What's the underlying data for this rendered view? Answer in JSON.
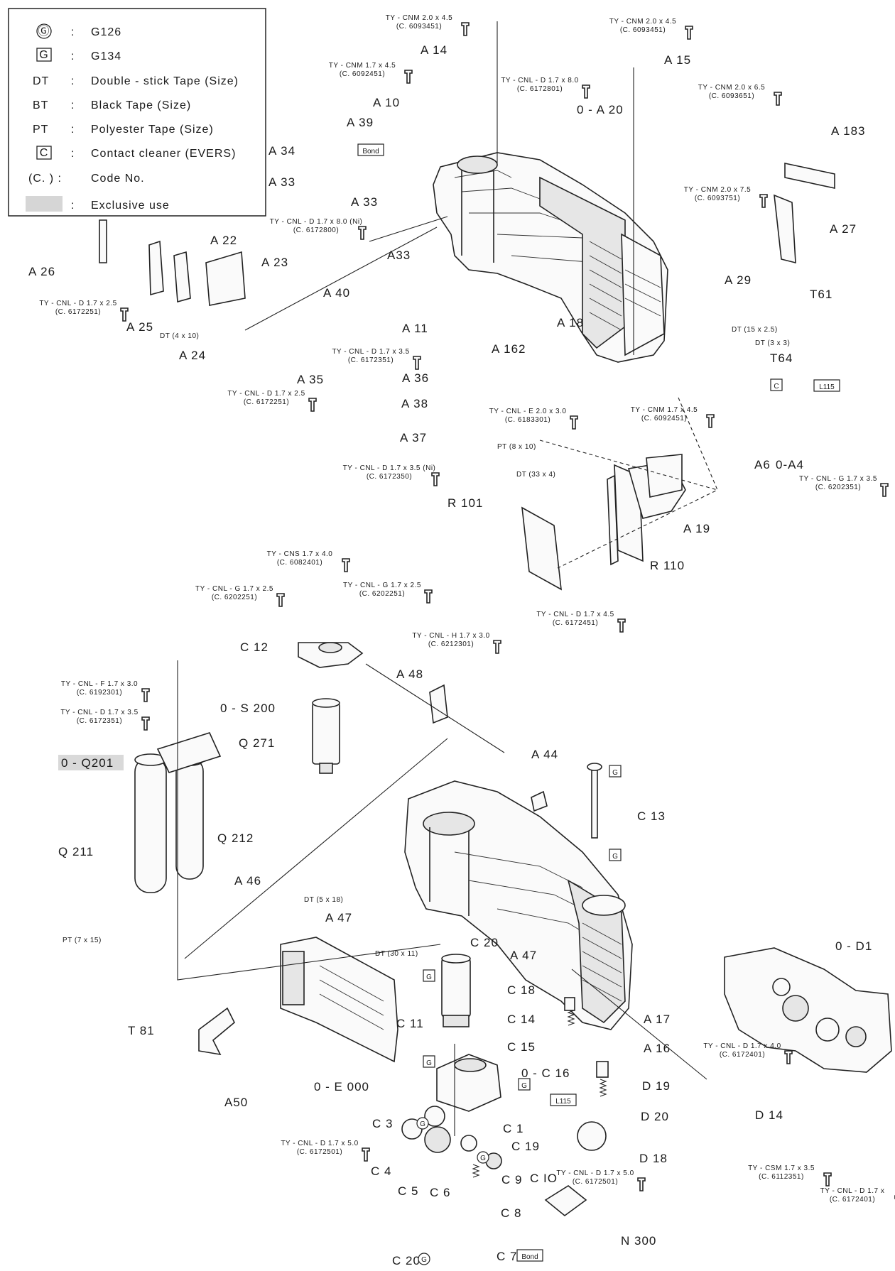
{
  "legend": {
    "items": [
      {
        "symbol": "Ⓖ",
        "sep": ":",
        "text": "G126"
      },
      {
        "symbol": "G",
        "sep": ":",
        "text": "G134"
      },
      {
        "symbol": "DT",
        "sep": ":",
        "text": "Double - stick Tape (Size)"
      },
      {
        "symbol": "BT",
        "sep": ":",
        "text": "Black Tape (Size)"
      },
      {
        "symbol": "PT",
        "sep": ":",
        "text": "Polyester Tape (Size)"
      },
      {
        "symbol": "C",
        "sep": ":",
        "text": "Contact cleaner (EVERS)"
      },
      {
        "symbol": "(C. ) :",
        "sep": "",
        "text": "Code No."
      },
      {
        "symbol": "",
        "sep": ":",
        "text": "Exclusive use"
      }
    ]
  },
  "parts": [
    {
      "id": "A14",
      "label": "A 14"
    },
    {
      "id": "A15",
      "label": "A 15"
    },
    {
      "id": "A10",
      "label": "A 10"
    },
    {
      "id": "A39",
      "label": "A 39"
    },
    {
      "id": "OA20",
      "label": "0 - A 20"
    },
    {
      "id": "A183",
      "label": "A 183"
    },
    {
      "id": "A34",
      "label": "A 34"
    },
    {
      "id": "A33a",
      "label": "A 33"
    },
    {
      "id": "A33b",
      "label": "A 33"
    },
    {
      "id": "A33c",
      "label": "A33"
    },
    {
      "id": "A27",
      "label": "A 27"
    },
    {
      "id": "A26",
      "label": "A 26"
    },
    {
      "id": "A22",
      "label": "A 22"
    },
    {
      "id": "A23",
      "label": "A 23"
    },
    {
      "id": "A29",
      "label": "A 29"
    },
    {
      "id": "T61",
      "label": "T61"
    },
    {
      "id": "A40",
      "label": "A 40"
    },
    {
      "id": "A25",
      "label": "A 25"
    },
    {
      "id": "A24",
      "label": "A 24"
    },
    {
      "id": "A11",
      "label": "A 11"
    },
    {
      "id": "A18",
      "label": "A 18"
    },
    {
      "id": "A162",
      "label": "A 162"
    },
    {
      "id": "T64",
      "label": "T64"
    },
    {
      "id": "A35",
      "label": "A 35"
    },
    {
      "id": "A36",
      "label": "A 36"
    },
    {
      "id": "A38",
      "label": "A 38"
    },
    {
      "id": "A37",
      "label": "A 37"
    },
    {
      "id": "A6",
      "label": "A6"
    },
    {
      "id": "OA4",
      "label": "0-A4"
    },
    {
      "id": "R101",
      "label": "R 101"
    },
    {
      "id": "A19",
      "label": "A 19"
    },
    {
      "id": "R110",
      "label": "R 110"
    },
    {
      "id": "C12",
      "label": "C 12"
    },
    {
      "id": "A48",
      "label": "A 48"
    },
    {
      "id": "OS200",
      "label": "0 - S 200"
    },
    {
      "id": "Q271",
      "label": "Q 271"
    },
    {
      "id": "OQ201",
      "label": "0 - Q201"
    },
    {
      "id": "A44",
      "label": "A 44"
    },
    {
      "id": "C13",
      "label": "C 13"
    },
    {
      "id": "Q211",
      "label": "Q 211"
    },
    {
      "id": "Q212",
      "label": "Q 212"
    },
    {
      "id": "A46",
      "label": "A 46"
    },
    {
      "id": "A47a",
      "label": "A 47"
    },
    {
      "id": "C20a",
      "label": "C 20"
    },
    {
      "id": "A47b",
      "label": "A 47"
    },
    {
      "id": "C18",
      "label": "C 18"
    },
    {
      "id": "OD1",
      "label": "0 - D1"
    },
    {
      "id": "T81",
      "label": "T 81"
    },
    {
      "id": "C11",
      "label": "C 11"
    },
    {
      "id": "C14",
      "label": "C 14"
    },
    {
      "id": "A17",
      "label": "A 17"
    },
    {
      "id": "C15",
      "label": "C 15"
    },
    {
      "id": "A16",
      "label": "A 16"
    },
    {
      "id": "OC16",
      "label": "0 - C 16"
    },
    {
      "id": "A50",
      "label": "A50"
    },
    {
      "id": "OE000",
      "label": "0 - E 000"
    },
    {
      "id": "D19",
      "label": "D 19"
    },
    {
      "id": "C1",
      "label": "C 1"
    },
    {
      "id": "D20",
      "label": "D 20"
    },
    {
      "id": "C3",
      "label": "C 3"
    },
    {
      "id": "D14",
      "label": "D 14"
    },
    {
      "id": "C19",
      "label": "C 19"
    },
    {
      "id": "D18",
      "label": "D 18"
    },
    {
      "id": "C4",
      "label": "C 4"
    },
    {
      "id": "C9",
      "label": "C 9"
    },
    {
      "id": "C10",
      "label": "C IO"
    },
    {
      "id": "C5",
      "label": "C 5"
    },
    {
      "id": "C6",
      "label": "C 6"
    },
    {
      "id": "C8",
      "label": "C 8"
    },
    {
      "id": "N300",
      "label": "N 300"
    },
    {
      "id": "C20b",
      "label": "C 20"
    },
    {
      "id": "C7",
      "label": "C 7"
    }
  ],
  "screws": [
    {
      "id": "s1",
      "name": "TY - CNM 2.0 x 4.5",
      "code": "(C. 6093451)"
    },
    {
      "id": "s2",
      "name": "TY - CNM 2.0 x 4.5",
      "code": "(C. 6093451)"
    },
    {
      "id": "s3",
      "name": "TY - CNM 1.7 x 4.5",
      "code": "(C. 6092451)"
    },
    {
      "id": "s4",
      "name": "TY - CNL - D 1.7 x 8.0",
      "code": "(C. 6172801)"
    },
    {
      "id": "s5",
      "name": "TY - CNM 2.0 x 6.5",
      "code": "(C. 6093651)"
    },
    {
      "id": "s6",
      "name": "TY - CNM 2.0 x 7.5",
      "code": "(C. 6093751)"
    },
    {
      "id": "s7",
      "name": "TY - CNL - D 1.7 x 8.0 (Ni)",
      "code": "(C. 6172800)"
    },
    {
      "id": "s8",
      "name": "TY - CNL - D 1.7 x 2.5",
      "code": "(C. 6172251)"
    },
    {
      "id": "s9",
      "name": "TY - CNL - D 1.7 x 3.5",
      "code": "(C. 6172351)"
    },
    {
      "id": "s10",
      "name": "TY - CNL - D 1.7 x 2.5",
      "code": "(C. 6172251)"
    },
    {
      "id": "s11",
      "name": "TY - CNL - E 2.0 x 3.0",
      "code": "(C. 6183301)"
    },
    {
      "id": "s12",
      "name": "TY - CNM 1.7 x 4.5",
      "code": "(C. 6092451)"
    },
    {
      "id": "s13",
      "name": "TY - CNL - G 1.7 x 3.5",
      "code": "(C. 6202351)"
    },
    {
      "id": "s14",
      "name": "TY - CNL - D 1.7 x 3.5 (Ni)",
      "code": "(C. 6172350)"
    },
    {
      "id": "s15",
      "name": "TY - CNL - D 1.7 x 4.5",
      "code": "(C. 6172451)"
    },
    {
      "id": "s16",
      "name": "TY - CNS 1.7 x 4.0",
      "code": "(C. 6082401)"
    },
    {
      "id": "s17",
      "name": "TY - CNL - G 1.7 x 2.5",
      "code": "(C. 6202251)"
    },
    {
      "id": "s18",
      "name": "TY - CNL - G 1.7 x 2.5",
      "code": "(C. 6202251)"
    },
    {
      "id": "s19",
      "name": "TY - CNL - H 1.7 x 3.0",
      "code": "(C. 6212301)"
    },
    {
      "id": "s20",
      "name": "TY - CNL - F 1.7 x 3.0",
      "code": "(C. 6192301)"
    },
    {
      "id": "s21",
      "name": "TY - CNL - D 1.7 x 3.5",
      "code": "(C. 6172351)"
    },
    {
      "id": "s22",
      "name": "TY - CNL - D 1.7 x 4.0",
      "code": "(C. 6172401)"
    },
    {
      "id": "s23",
      "name": "TY - CNL - D 1.7 x 5.0",
      "code": "(C. 6172501)"
    },
    {
      "id": "s24",
      "name": "TY - CNL - D 1.7 x 5.0",
      "code": "(C. 6172501)"
    },
    {
      "id": "s25",
      "name": "TY - CSM 1.7 x 3.5",
      "code": "(C. 6112351)"
    },
    {
      "id": "s26",
      "name": "TY - CNL - D 1.7 x",
      "code": "(C. 6172401)"
    }
  ],
  "tapes": [
    {
      "id": "t1",
      "label": "DT (4 x 10)"
    },
    {
      "id": "t2",
      "label": "DT (15 x 2.5)"
    },
    {
      "id": "t3",
      "label": "DT (3 x 3)"
    },
    {
      "id": "t4",
      "label": "PT (8 x 10)"
    },
    {
      "id": "t5",
      "label": "DT (33 x 4)"
    },
    {
      "id": "t6",
      "label": "DT (5 x 18)"
    },
    {
      "id": "t7",
      "label": "PT (7 x 15)"
    },
    {
      "id": "t8",
      "label": "DT (30 x 11)"
    }
  ],
  "tags": [
    {
      "id": "bond1",
      "label": "Bond"
    },
    {
      "id": "bond2",
      "label": "Bond"
    },
    {
      "id": "l115a",
      "label": "L115"
    },
    {
      "id": "l115b",
      "label": "L115"
    },
    {
      "id": "c1",
      "label": "C"
    },
    {
      "id": "g1",
      "label": "G"
    },
    {
      "id": "g2",
      "label": "G"
    },
    {
      "id": "g3",
      "label": "G"
    },
    {
      "id": "g4",
      "label": "G"
    },
    {
      "id": "g5",
      "label": "G"
    },
    {
      "id": "gc1",
      "label": "G"
    },
    {
      "id": "gc2",
      "label": "G"
    },
    {
      "id": "gc3",
      "label": "G"
    }
  ]
}
